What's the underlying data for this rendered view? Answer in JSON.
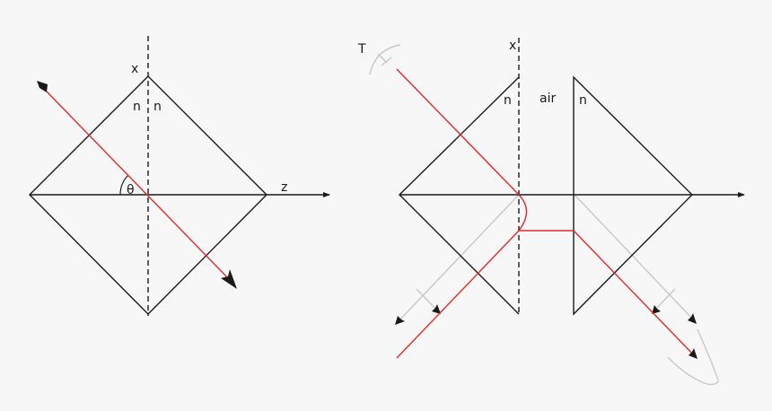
{
  "colors": {
    "background": "#f7f7f7",
    "outline": "#1a1a1a",
    "ray": "#e8282a",
    "ghost": "#c8c8c8"
  },
  "left_diagram": {
    "axis_x_label": "x",
    "axis_z_label": "z",
    "index_left": "n",
    "index_right": "n",
    "angle_label": "θ"
  },
  "right_diagram": {
    "axis_x_label": "x",
    "polarization_label": "T",
    "index_left": "n",
    "gap_label": "air",
    "index_right": "n"
  }
}
